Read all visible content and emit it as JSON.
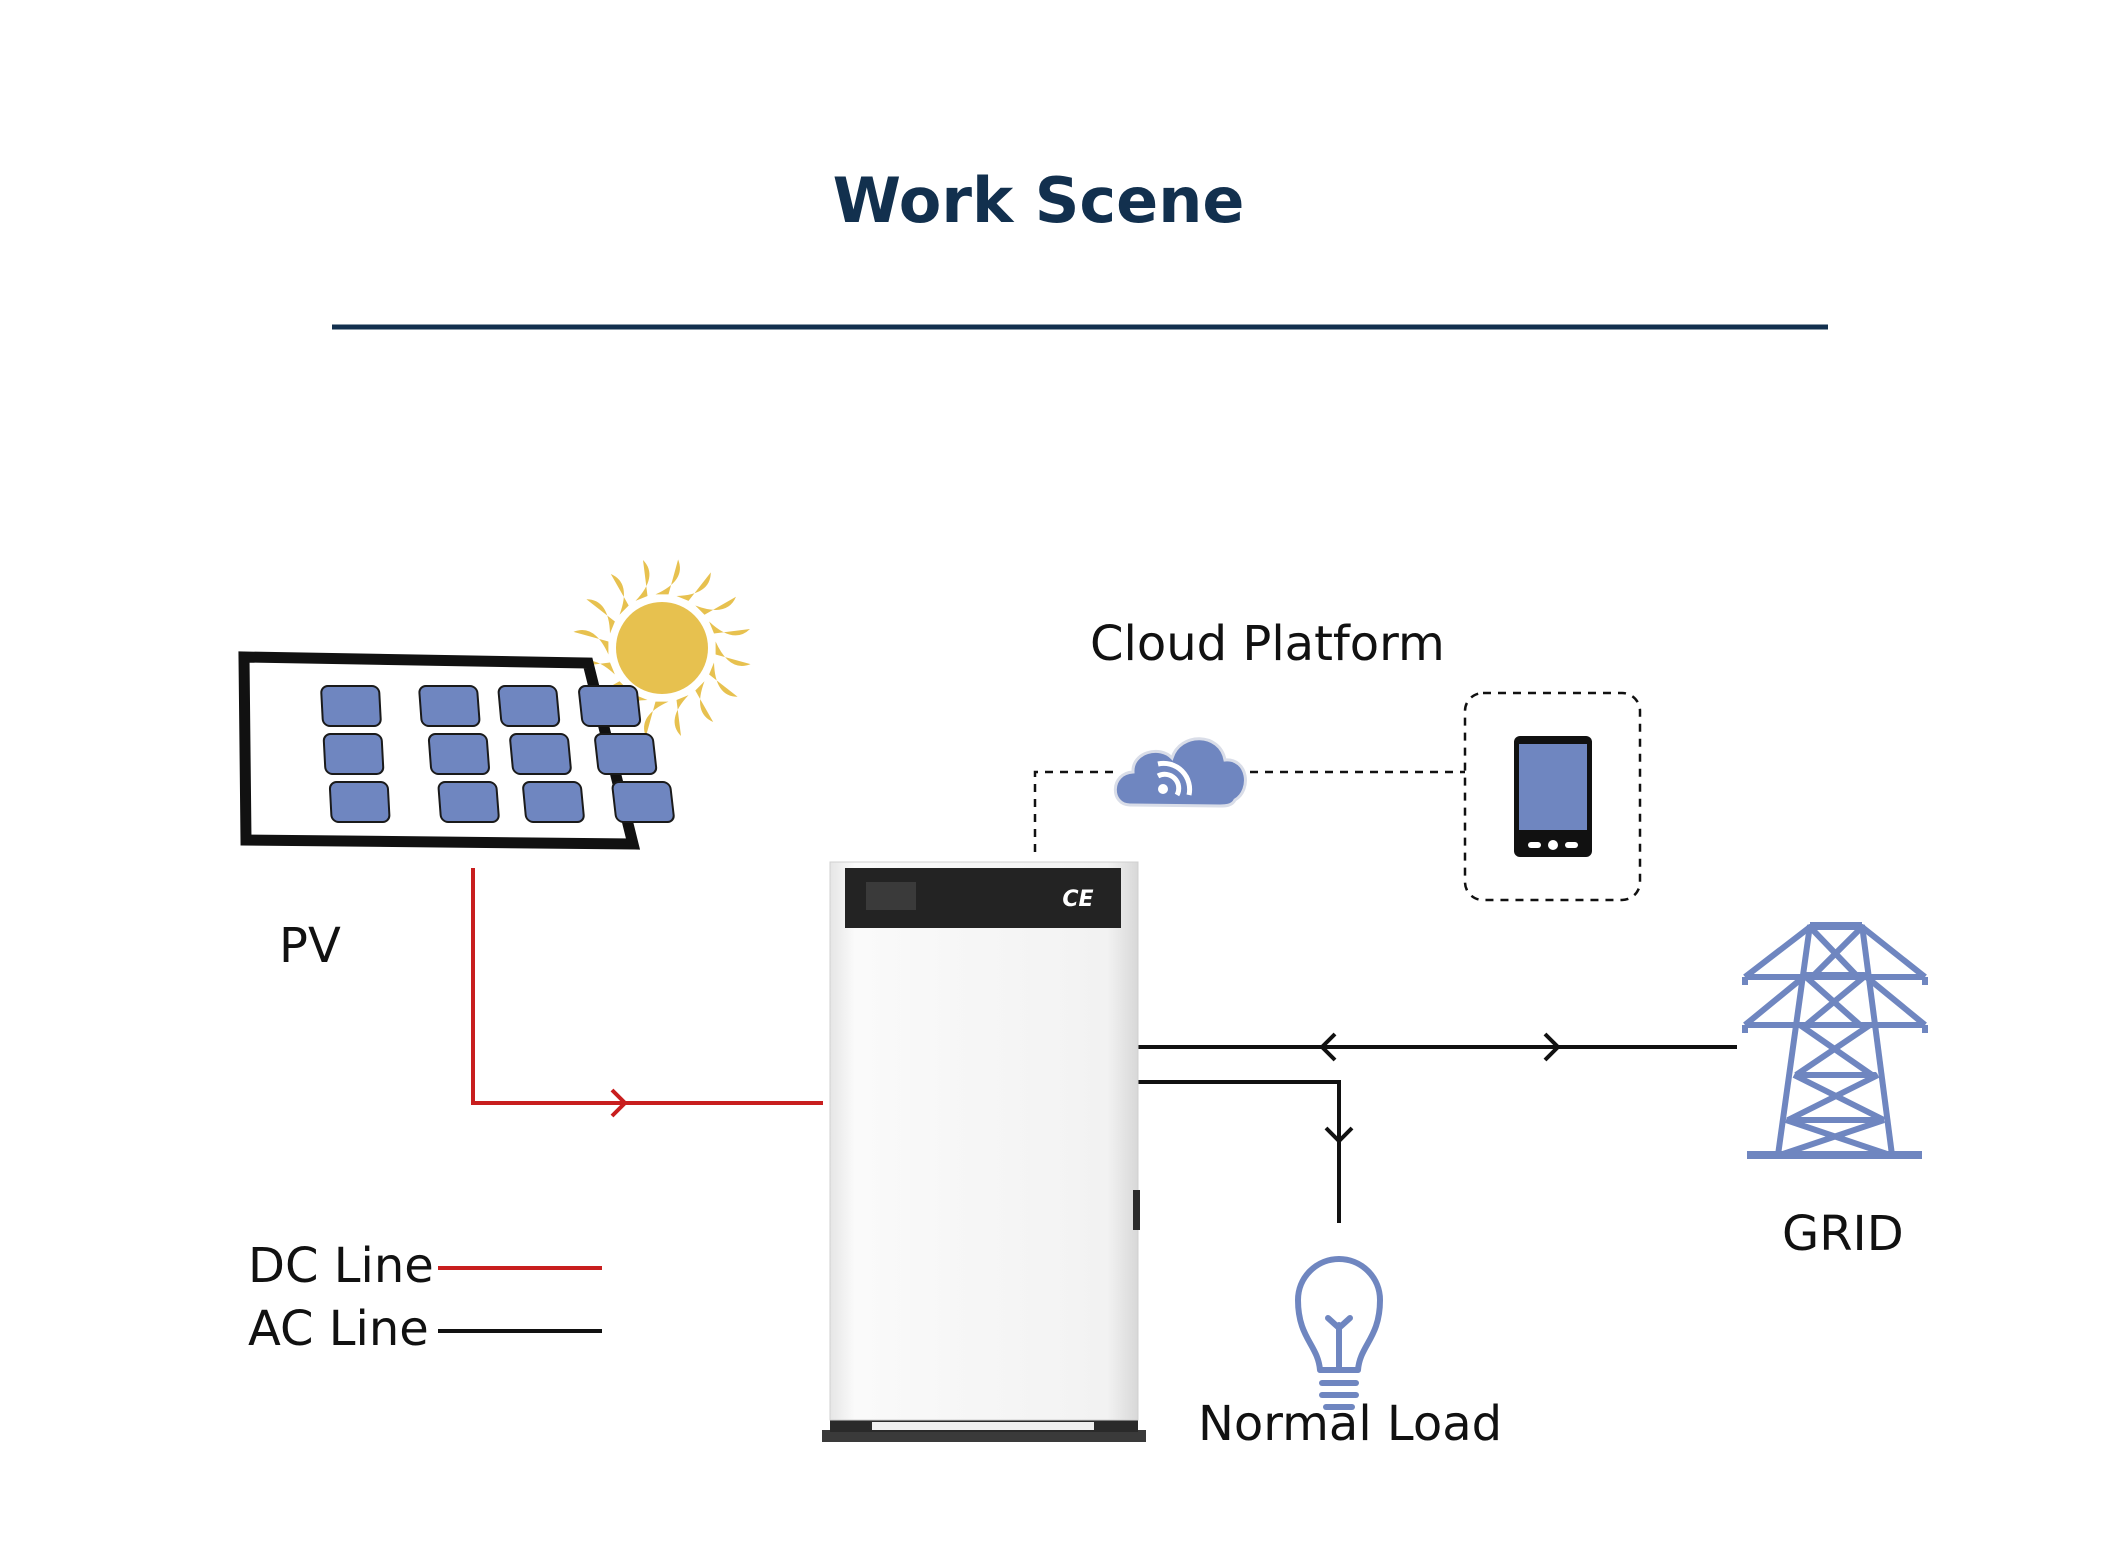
{
  "title": "Work Scene",
  "labels": {
    "pv": "PV",
    "cloud": "Cloud Platform",
    "grid": "GRID",
    "load": "Normal Load"
  },
  "legend": {
    "dc": "DC Line",
    "ac": "AC Line"
  },
  "device": {
    "logo": "CE"
  },
  "icons": {
    "sun": "sun-icon",
    "solar_panel": "solar-panel-icon",
    "cloud": "cloud-wifi-icon",
    "phone": "smartphone-icon",
    "tower": "transmission-tower-icon",
    "bulb": "light-bulb-icon",
    "inverter": "energy-storage-inverter"
  },
  "colors": {
    "title": "#12304e",
    "rule": "#12304e",
    "dc_line": "#c81e1e",
    "ac_line": "#111111",
    "icon_blue": "#6f86c0",
    "sun": "#e7c14f"
  }
}
